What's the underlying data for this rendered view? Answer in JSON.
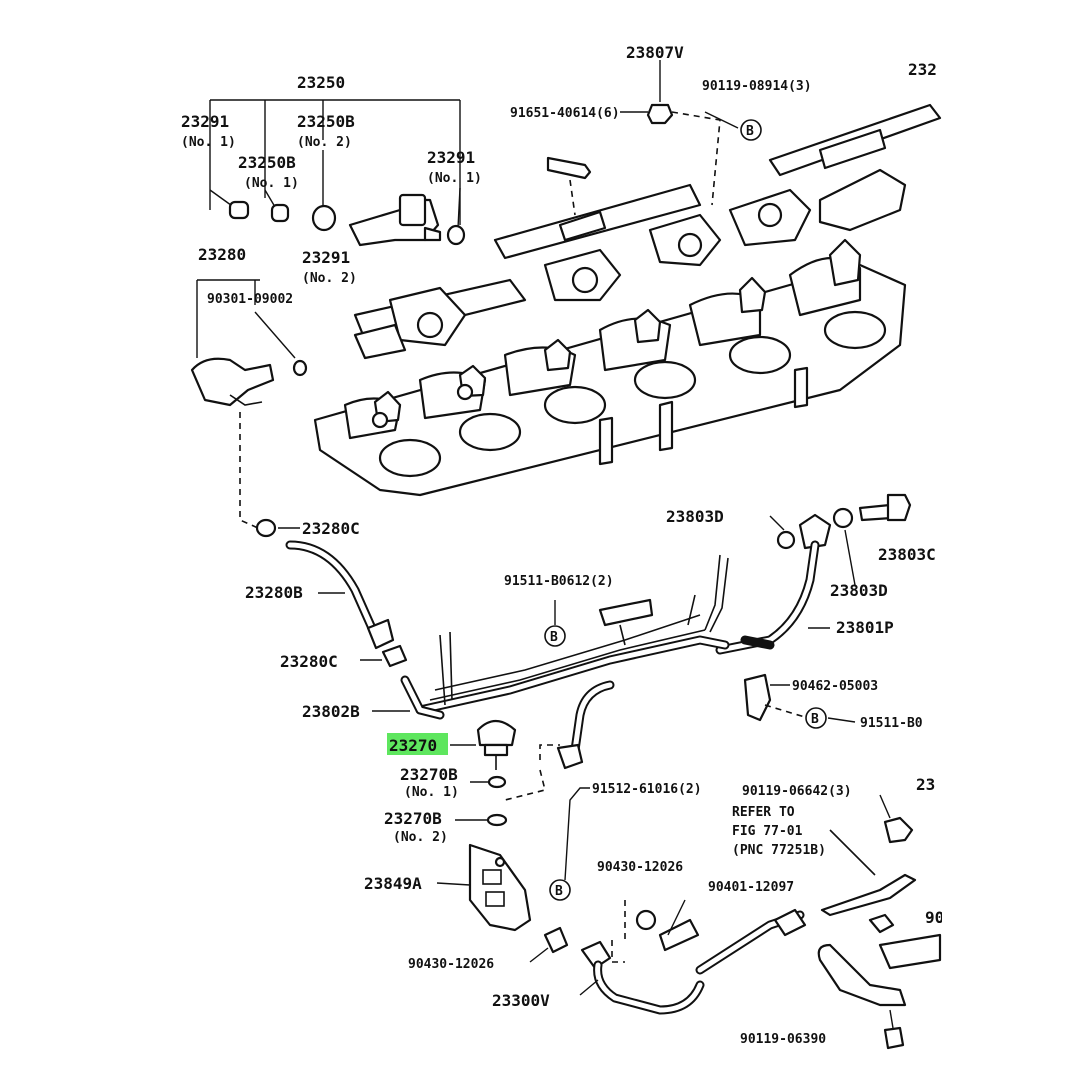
{
  "labels": {
    "l23807v": "23807V",
    "l90119_08914": "90119-08914(3)",
    "l232_top": "232",
    "l23250": "23250",
    "l23291_a": "23291",
    "l23291_a_no": "(No. 1)",
    "l23250b_a": "23250B",
    "l23250b_a_no": "(No. 2)",
    "l91651": "91651-40614(6)",
    "l23250b_b": "23250B",
    "l23250b_b_no": "(No. 1)",
    "l23291_b": "23291",
    "l23291_b_no": "(No. 1)",
    "l23280": "23280",
    "l23291_c": "23291",
    "l23291_c_no": "(No. 2)",
    "l90301": "90301-09002",
    "l23280c_a": "23280C",
    "l23803d_a": "23803D",
    "l23803c": "23803C",
    "l91511_b0612": "91511-B0612(2)",
    "l23803d_b": "23803D",
    "l23280b": "23280B",
    "l23801p": "23801P",
    "l23280c_b": "23280C",
    "l90462": "90462-05003",
    "l23802b": "23802B",
    "l91511_b0": "91511-B0",
    "l23270": "23270",
    "l23270b_a": "23270B",
    "l23270b_a_no": "(No. 1)",
    "l91512": "91512-61016(2)",
    "l90119_06642": "90119-06642(3)",
    "l23_right": "23",
    "l23270b_b": "23270B",
    "l23270b_b_no": "(No. 2)",
    "refer1": "REFER TO",
    "refer2": "FIG 77-01",
    "refer3": "(PNC 77251B)",
    "l23849a": "23849A",
    "l90430_a": "90430-12026",
    "l90401": "90401-12097",
    "l90_right": "90",
    "l90430_b": "90430-12026",
    "l23300v": "23300V",
    "l90119_06390": "90119-06390",
    "b": "B"
  },
  "accent": {
    "highlight": "#5ee65e",
    "line": "#111111"
  }
}
